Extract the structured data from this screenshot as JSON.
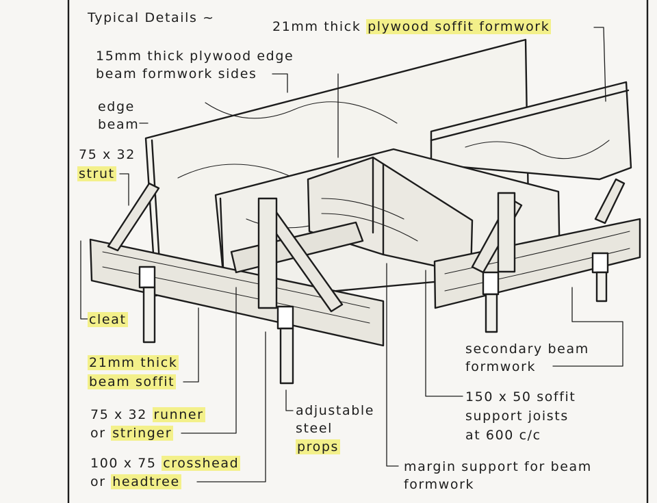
{
  "title": "Typical Details ~",
  "labels": {
    "soffit_formwork_pre": "21mm thick",
    "soffit_formwork_hl": "plywood soffit formwork",
    "edge_sides_1": "15mm thick plywood edge",
    "edge_sides_2": "beam formwork sides",
    "edge_beam_1": "edge",
    "edge_beam_2": "beam",
    "strut_1": "75 x 32",
    "strut_hl": "strut",
    "cleat_hl": "cleat",
    "beam_soffit_1": "21mm thick",
    "beam_soffit_2": "beam soffit",
    "runner_pre": "75 x 32",
    "runner_hl": "runner",
    "stringer_pre": "or",
    "stringer_hl": "stringer",
    "crosshead_pre": "100 x 75",
    "crosshead_hl": "crosshead",
    "headtree_pre": "or",
    "headtree_hl": "headtree",
    "props_1": "adjustable",
    "props_2": "steel",
    "props_hl": "props",
    "secondary_1": "secondary beam",
    "secondary_2": "formwork",
    "joists_1": "150 x 50  soffit",
    "joists_2": "support joists",
    "joists_3": "at 600 c/c",
    "margin_1": "margin support for beam",
    "margin_2": "formwork"
  },
  "colors": {
    "ink": "#1c1c1c",
    "highlight": "#f3f08a",
    "paper": "#f7f6f3"
  }
}
